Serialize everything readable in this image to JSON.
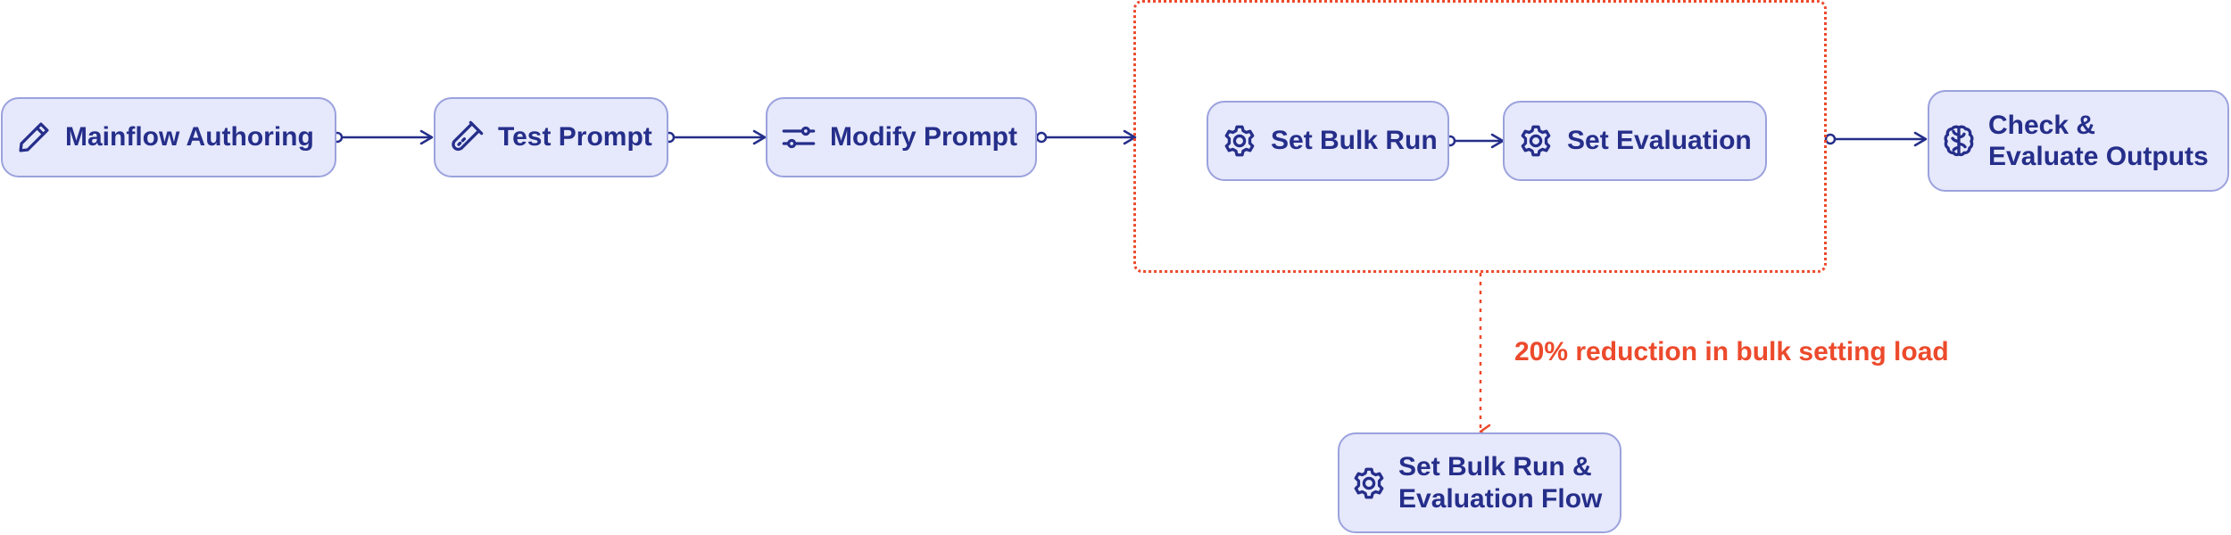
{
  "diagram": {
    "nodes": {
      "mainflow_authoring": {
        "label": "Mainflow Authoring",
        "icon": "pencil-icon"
      },
      "test_prompt": {
        "label": "Test Prompt",
        "icon": "test-tube-icon"
      },
      "modify_prompt": {
        "label": "Modify Prompt",
        "icon": "sliders-icon"
      },
      "set_bulk_run": {
        "label": "Set Bulk Run",
        "icon": "gear-icon"
      },
      "set_evaluation": {
        "label": "Set Evaluation",
        "icon": "gear-icon"
      },
      "check_evaluate": {
        "line1": "Check &",
        "line2": "Evaluate Outputs",
        "icon": "brain-icon"
      },
      "combined_flow": {
        "line1": "Set Bulk Run &",
        "line2": "Evaluation Flow",
        "icon": "gear-icon"
      }
    },
    "annotation": "20% reduction in bulk setting load",
    "colors": {
      "node_fill": "#e6e8fb",
      "node_border": "#9ba2dd",
      "node_text": "#252e8a",
      "accent": "#ec4a2c"
    }
  }
}
